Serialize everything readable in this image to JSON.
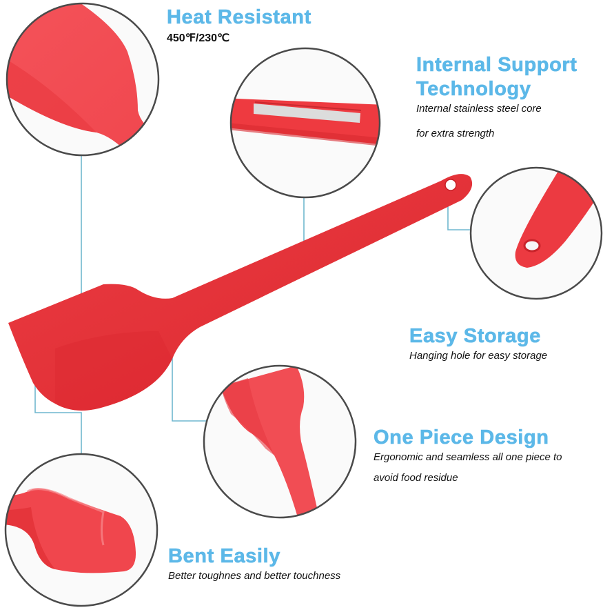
{
  "colors": {
    "heading": "#5cb8e8",
    "callout_line": "#6fb7cf",
    "circle_border": "#4a4a4a",
    "spatula_red": "#e8323a",
    "text": "#111111"
  },
  "features": [
    {
      "id": "heat-resistant",
      "title": "Heat Resistant",
      "detail": "450℉/230℃"
    },
    {
      "id": "internal-support",
      "title_line1": "Internal Support",
      "title_line2": "Technology",
      "detail_line1": "Internal stainless steel core",
      "detail_line2": "for extra strength"
    },
    {
      "id": "easy-storage",
      "title": "Easy Storage",
      "detail": "Hanging hole for easy storage"
    },
    {
      "id": "one-piece",
      "title": "One Piece Design",
      "detail_line1": "Ergonomic and seamless all one piece to",
      "detail_line2": "avoid food residue"
    },
    {
      "id": "bent-easily",
      "title": "Bent Easily",
      "detail": "Better toughnes and better touchness"
    }
  ],
  "images": {
    "main_product": "red silicone spatula",
    "circle_heat": "spatula head close-up",
    "circle_core": "handle with stainless steel core",
    "circle_hole": "handle end with hanging hole",
    "circle_onepiece": "seamless neck joint",
    "circle_bent": "bent spatula head"
  }
}
